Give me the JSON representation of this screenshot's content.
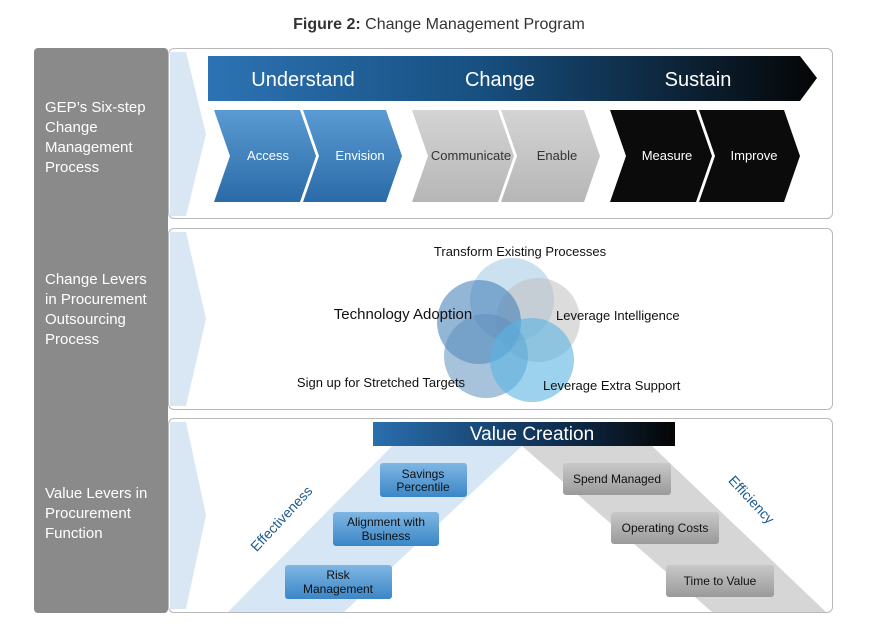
{
  "figure": {
    "label": "Figure 2:",
    "title": "Change Management Program"
  },
  "rows": [
    {
      "label_lines": [
        "GEP’s Six-step",
        "Change",
        "Management",
        "Process"
      ]
    },
    {
      "label_lines": [
        "Change Levers",
        "in Procurement",
        "Outsourcing",
        "Process"
      ]
    },
    {
      "label_lines": [
        "Value Levers in",
        "Procurement",
        "Function"
      ]
    }
  ],
  "phases": [
    "Understand",
    "Change",
    "Sustain"
  ],
  "steps": [
    "Access",
    "Envision",
    "Communicate",
    "Enable",
    "Measure",
    "Improve"
  ],
  "change_levers": {
    "top": "Transform Existing Processes",
    "upper_left": "Technology Adoption",
    "upper_right": "Leverage Intelligence",
    "lower_left": "Sign up for Stretched Targets",
    "lower_right": "Leverage Extra Support"
  },
  "value": {
    "title": "Value Creation",
    "left_axis": "Effectiveness",
    "right_axis": "Efficiency",
    "left_boxes": [
      [
        "Savings",
        "Percentile"
      ],
      [
        "Alignment with",
        "Business"
      ],
      [
        "Risk",
        "Management"
      ]
    ],
    "right_boxes": [
      "Spend Managed",
      "Operating Costs",
      "Time to Value"
    ]
  },
  "colors": {
    "blue_dark": "#1c5a8c",
    "blue_mid": "#3f86c4",
    "grey_step": "#c6c6c6",
    "black_step": "#0b0b0b",
    "left_bar": "#8a8a8a"
  }
}
